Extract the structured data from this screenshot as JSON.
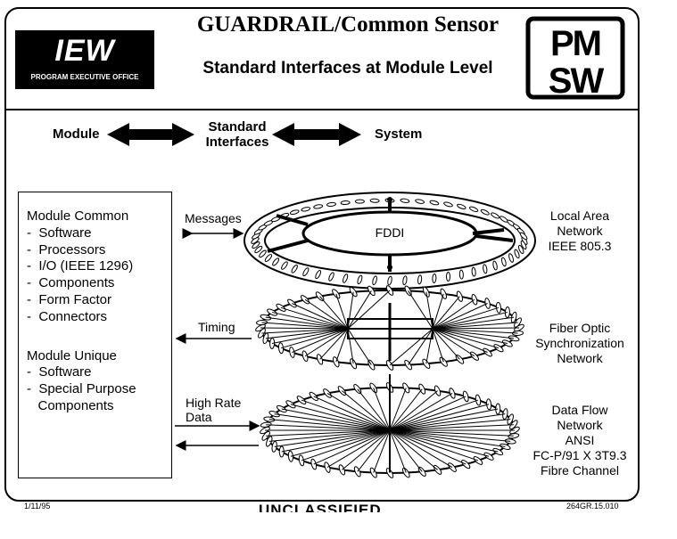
{
  "header": {
    "logo_left": {
      "main": "IEW",
      "sub": "PROGRAM EXECUTIVE OFFICE"
    },
    "title": "GUARDRAIL/Common Sensor",
    "subtitle": "Standard Interfaces at Module Level",
    "logo_right": "PM SW"
  },
  "flow": {
    "module": "Module",
    "standard_line1": "Standard",
    "standard_line2": "Interfaces",
    "system": "System"
  },
  "module_box": {
    "common_heading": "Module Common",
    "common_items": [
      "-  Software",
      "-  Processors",
      "-  I/O (IEEE 1296)",
      "-  Components",
      "-  Form Factor",
      "-  Connectors"
    ],
    "unique_heading": "Module Unique",
    "unique_items": [
      "-  Software",
      "-  Special Purpose",
      "   Components"
    ]
  },
  "interfaces": {
    "messages": "Messages",
    "timing": "Timing",
    "high_rate_line1": "High Rate",
    "high_rate_line2": "Data"
  },
  "rings": {
    "fddi": "FDDI",
    "lan": [
      "Local Area",
      "Network",
      "IEEE 805.3"
    ],
    "fiber": [
      "Fiber Optic",
      "Synchronization",
      "Network"
    ],
    "dataflow": [
      "Data Flow",
      "Network",
      "ANSI",
      "FC-P/91 X 3T9.3",
      "Fibre Channel"
    ]
  },
  "footer": {
    "date": "1/11/95",
    "classification": "UNCLASSIFIED",
    "doc_id": "264GR.15.010"
  }
}
